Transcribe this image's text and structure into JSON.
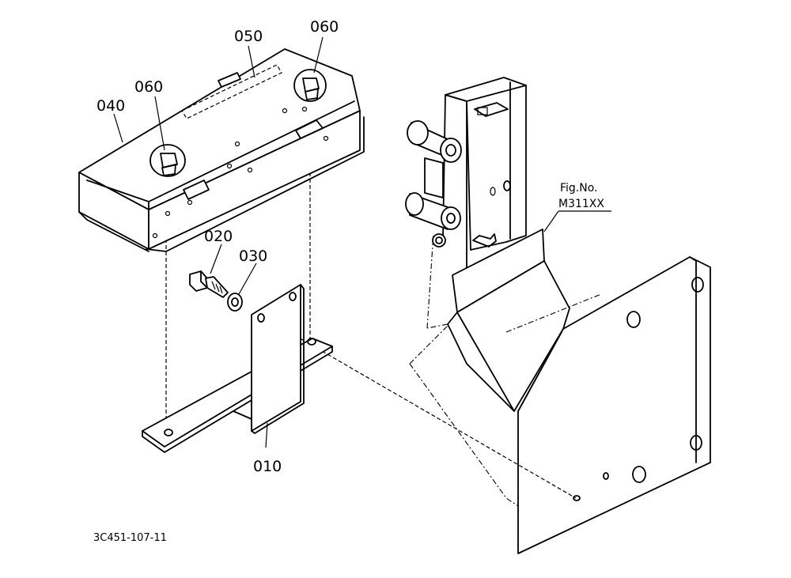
{
  "diagram": {
    "parts": [
      {
        "key": "p010",
        "number": "010"
      },
      {
        "key": "p020",
        "number": "020"
      },
      {
        "key": "p030",
        "number": "030"
      },
      {
        "key": "p040",
        "number": "040"
      },
      {
        "key": "p050",
        "number": "050"
      },
      {
        "key": "p060a",
        "number": "060"
      },
      {
        "key": "p060b",
        "number": "060"
      }
    ],
    "figure_reference": {
      "label": "Fig.No.",
      "code": "M311XX"
    },
    "drawing_number": "3C451-107-11"
  }
}
